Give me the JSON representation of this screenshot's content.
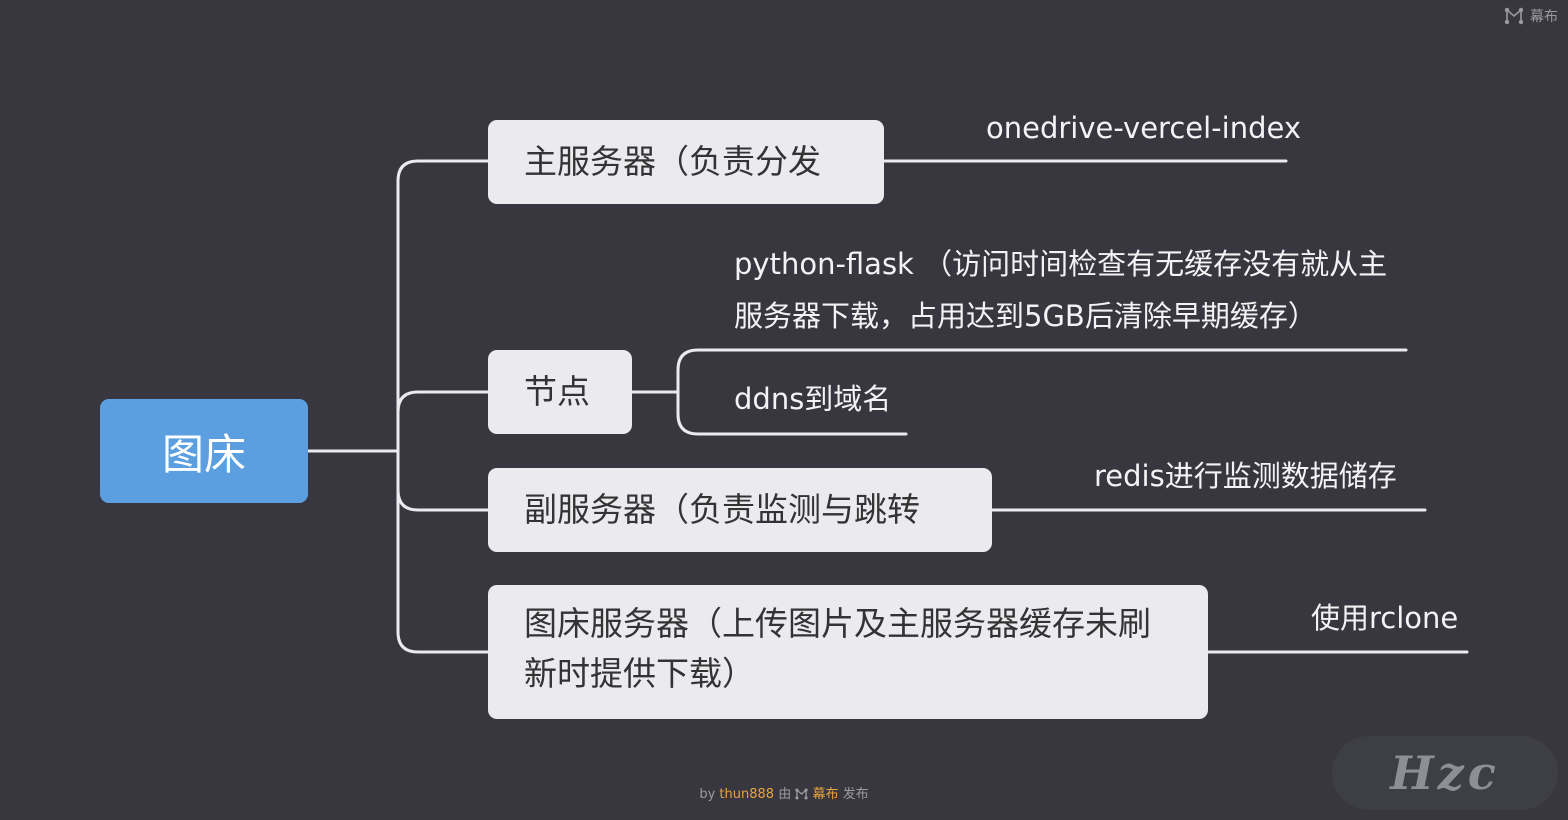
{
  "brand": {
    "icon": "mubu-logo-icon",
    "name": "幕布"
  },
  "root": {
    "label": "图床"
  },
  "branches": [
    {
      "label": "主服务器（负责分发",
      "children": [
        {
          "label": "onedrive-vercel-index"
        }
      ]
    },
    {
      "label": "节点",
      "children": [
        {
          "label": "python-flask （访问时间检查有无缓存没有就从主服务器下载，占用达到5GB后清除早期缓存）"
        },
        {
          "label": "ddns到域名"
        }
      ]
    },
    {
      "label": "副服务器（负责监测与跳转",
      "children": [
        {
          "label": "redis进行监测数据储存"
        }
      ]
    },
    {
      "label": "图床服务器（上传图片及主服务器缓存未刷新时提供下载）",
      "children": [
        {
          "label": "使用rclone"
        }
      ]
    }
  ],
  "footer": {
    "by": "by",
    "author": "thun888",
    "via": "由",
    "platform": "幕布",
    "publish": "发布"
  },
  "watermark": {
    "text": "Hzc"
  },
  "colors": {
    "background": "#38373f",
    "root": "#5c9fe0",
    "node": "#ebebef",
    "line": "#ebebef",
    "footer_accent": "#e8a33d"
  }
}
